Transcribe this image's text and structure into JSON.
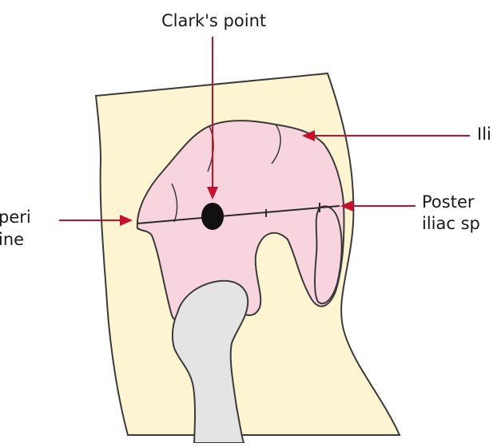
{
  "labels": {
    "clarks_point": "Clark's point",
    "iliac_crest": "Ili",
    "asis_line1": "peri",
    "asis_line2": "ine",
    "psis_line1": "Poster",
    "psis_line2": "iliac sp"
  },
  "colors": {
    "skin": "#fdf5d1",
    "pelvis": "#f8d4de",
    "femur": "#e4e4e4",
    "outline": "#3a3a3a",
    "arrow": "#c8102e",
    "point": "#111111"
  }
}
